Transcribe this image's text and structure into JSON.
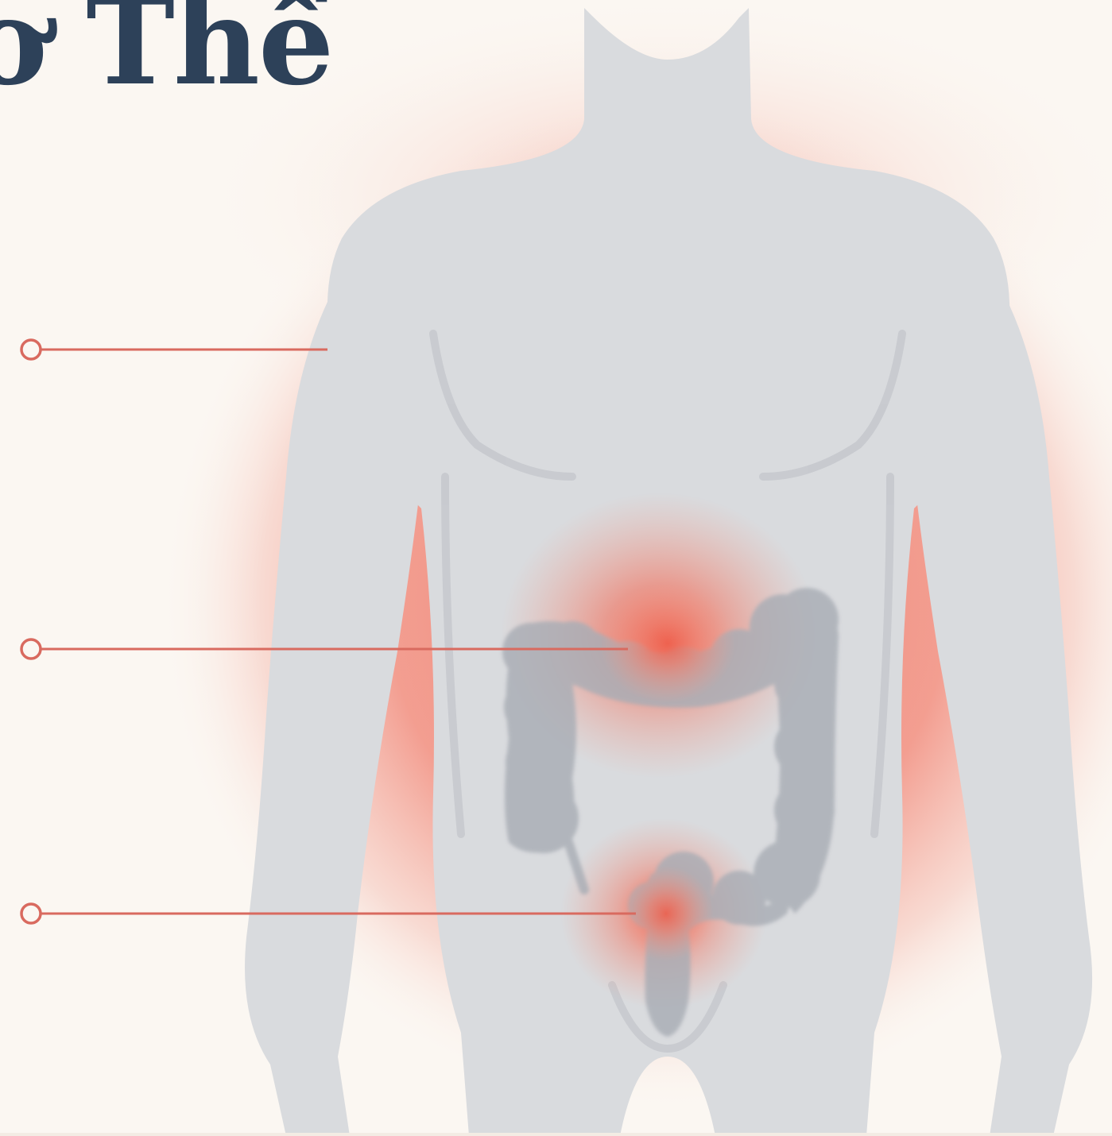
{
  "title": {
    "text": "ơ Thể"
  },
  "colors": {
    "background": "#fbf7f2",
    "title": "#2d4159",
    "body": "#d9dbde",
    "body_shadow": "#c4c7cc",
    "colon": "#a9adb5",
    "glow": "#f08070",
    "hotspot": "#ef5f4c",
    "callout_line": "#d96a5f"
  },
  "callouts": [
    {
      "target": "side-of-body"
    },
    {
      "target": "transverse-colon"
    },
    {
      "target": "rectum"
    }
  ],
  "icons": [
    "callout-marker-icon"
  ]
}
